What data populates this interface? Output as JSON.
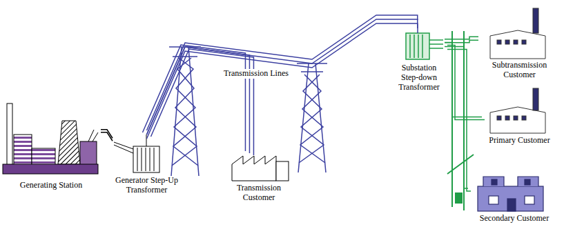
{
  "diagram": {
    "nodes": [
      {
        "text": [
          "Generating Station"
        ]
      },
      {
        "text": [
          "Generator Step-Up Transformer"
        ]
      },
      {
        "text": [
          "Transmission Customer"
        ]
      },
      {
        "text": [
          "Substation Step-down Transformer"
        ]
      },
      {
        "text": [
          "Subtransmission Customer"
        ]
      },
      {
        "text": [
          "Primary Customer"
        ]
      },
      {
        "text": [
          "Secondary Customer"
        ]
      }
    ],
    "edges": [
      {
        "from": 0,
        "to": 1,
        "arrow": "none"
      },
      {
        "from": 1,
        "to": 3,
        "arrow": "none",
        "label": "Transmission Lines"
      },
      {
        "from": 1,
        "to": 2,
        "arrow": "none"
      },
      {
        "from": 3,
        "to": 4,
        "arrow": "none"
      },
      {
        "from": 3,
        "to": 5,
        "arrow": "none"
      },
      {
        "from": 3,
        "to": 6,
        "arrow": "none"
      }
    ]
  }
}
